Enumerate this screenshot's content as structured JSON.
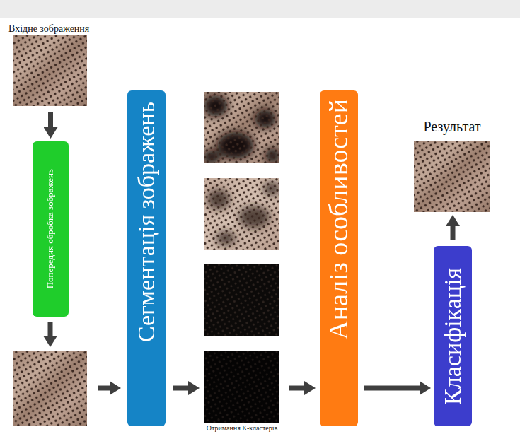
{
  "diagram": {
    "nodes": [
      {
        "text": [
          "Вхідне зображення"
        ]
      },
      {
        "text": [
          "Попередня обробка зображень"
        ]
      },
      {
        "text": [
          "Сегментація зображень"
        ]
      },
      {
        "text": [
          "Аналіз особливостей"
        ]
      },
      {
        "text": [
          "Класифікація"
        ]
      },
      {
        "text": [
          "Результат"
        ]
      }
    ],
    "edges": [
      {
        "from": 0,
        "to": 1,
        "arrow": "to"
      },
      {
        "from": 3,
        "to": 4,
        "arrow": "to"
      },
      {
        "from": 4,
        "to": 5,
        "arrow": "to"
      }
    ],
    "labels": [
      "Отримання К-кластерів"
    ]
  }
}
